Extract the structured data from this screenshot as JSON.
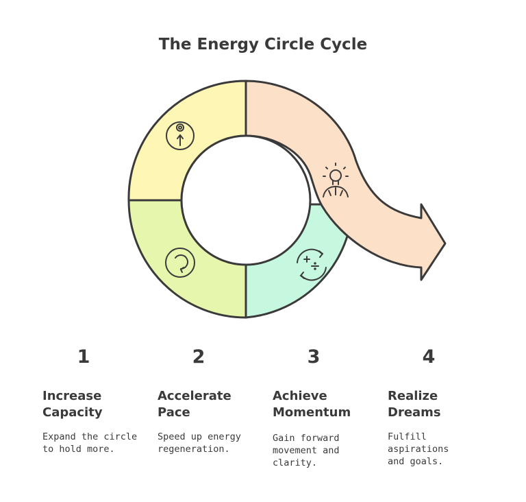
{
  "title": "The Energy Circle Cycle",
  "colors": {
    "segment_1": "#fdf6b5",
    "segment_2": "#e6f7ad",
    "segment_3": "#c6f7df",
    "segment_4": "#fde0c8",
    "outline": "#3a3a3a"
  },
  "segments": [
    {
      "icon": "target-arrow-up-icon"
    },
    {
      "icon": "circular-arrow-icon"
    },
    {
      "icon": "calculator-cycle-icon"
    },
    {
      "icon": "lightbulb-person-icon"
    }
  ],
  "steps": [
    {
      "number": "1",
      "title_line1": "Increase",
      "title_line2": "Capacity",
      "desc_line1": "Expand the circle",
      "desc_line2": "to hold more.",
      "desc_line3": ""
    },
    {
      "number": "2",
      "title_line1": "Accelerate",
      "title_line2": "Pace",
      "desc_line1": "Speed up energy",
      "desc_line2": "regeneration.",
      "desc_line3": ""
    },
    {
      "number": "3",
      "title_line1": "Achieve",
      "title_line2": "Momentum",
      "desc_line1": "Gain forward",
      "desc_line2": "movement and",
      "desc_line3": "clarity."
    },
    {
      "number": "4",
      "title_line1": "Realize",
      "title_line2": "Dreams",
      "desc_line1": "Fulfill aspirations",
      "desc_line2": "and goals.",
      "desc_line3": ""
    }
  ]
}
